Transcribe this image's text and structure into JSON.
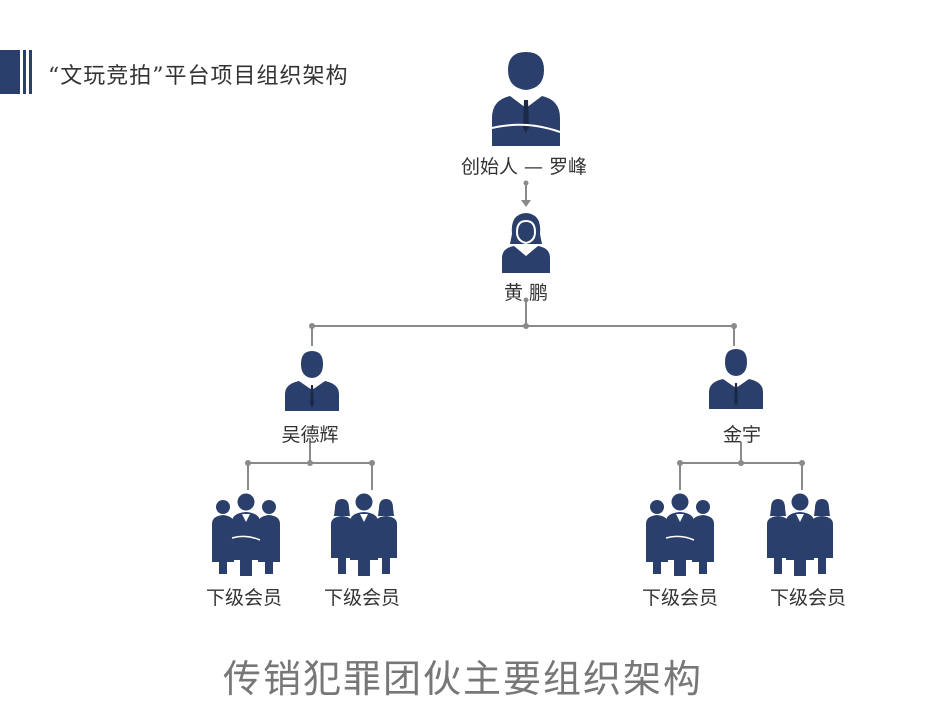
{
  "header": {
    "title": "“文玩竞拍”平台项目组织架构"
  },
  "org": {
    "founder": {
      "label": "创始人 — 罗峰",
      "icon": "businessman-icon"
    },
    "second": {
      "label": "黄 鹏",
      "icon": "businesswoman-icon"
    },
    "left_manager": {
      "label": "吴德辉",
      "icon": "businessman-icon"
    },
    "right_manager": {
      "label": "金宇",
      "icon": "businessman-icon"
    },
    "members": [
      {
        "label": "下级会员",
        "icon": "group-of-men-icon"
      },
      {
        "label": "下级会员",
        "icon": "mixed-group-icon"
      },
      {
        "label": "下级会员",
        "icon": "group-of-men-icon"
      },
      {
        "label": "下级会员",
        "icon": "mixed-group-icon"
      }
    ]
  },
  "caption": "传销犯罪团伙主要组织架构",
  "colors": {
    "figure": "#2b3f6c",
    "line": "#8a8a8a",
    "caption": "#777777"
  }
}
